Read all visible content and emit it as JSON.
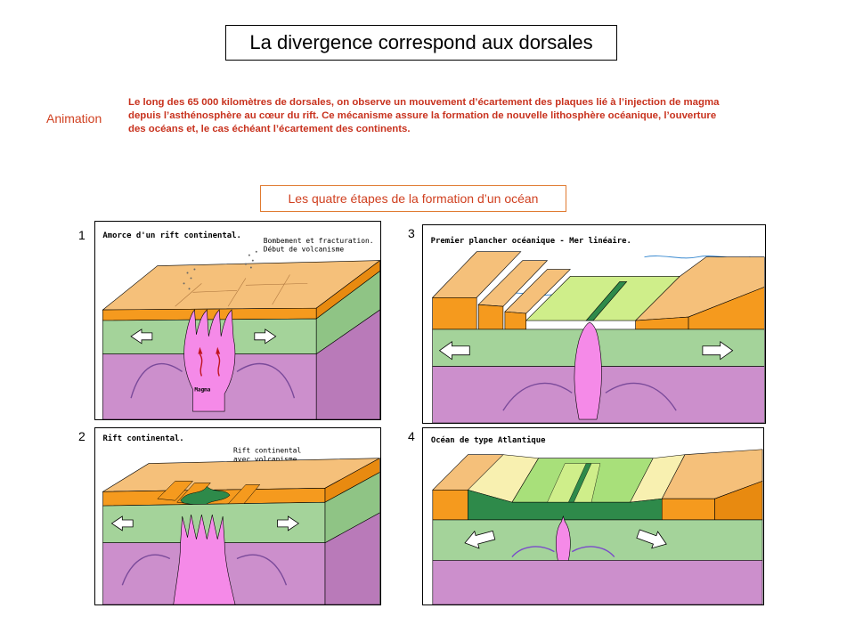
{
  "title": "La divergence correspond aux dorsales",
  "animation_link": "Animation",
  "intro_text": "Le long des 65 000 kilomètres de dorsales, on observe un mouvement d’écartement  des plaques lié à l’injection de magma depuis l’asthénosphère au cœur du rift. Ce mécanisme assure la formation de nouvelle lithosphère océanique, l’ouverture des océans et, le cas échéant l’écartement des continents.",
  "stages_title": "Les quatre étapes de la formation d’un océan",
  "panels": [
    {
      "number": "1",
      "title": "Amorce d'un rift continental.",
      "note_1": "Bombement et fracturation.",
      "note_2": "Début de volcanisme",
      "magma_label": "Magma"
    },
    {
      "number": "2",
      "title": "Rift continental.",
      "note_1": "Rift continental",
      "note_2": "avec volcanisme"
    },
    {
      "number": "3",
      "title": "Premier plancher océanique - Mer linéaire."
    },
    {
      "number": "4",
      "title": "Océan de type Atlantique"
    }
  ],
  "colors": {
    "crust_top": "#f5c07a",
    "crust_side": "#f59a1e",
    "lithosphere_mantle": "#a4d39a",
    "asthenosphere": "#cc8fcc",
    "magma": "#f58ae8",
    "oceanic_crust": "#2e8a4a",
    "young_floor": "#cfee8a",
    "sea": "#9fd8ee",
    "accent_text": "#c8321e"
  }
}
